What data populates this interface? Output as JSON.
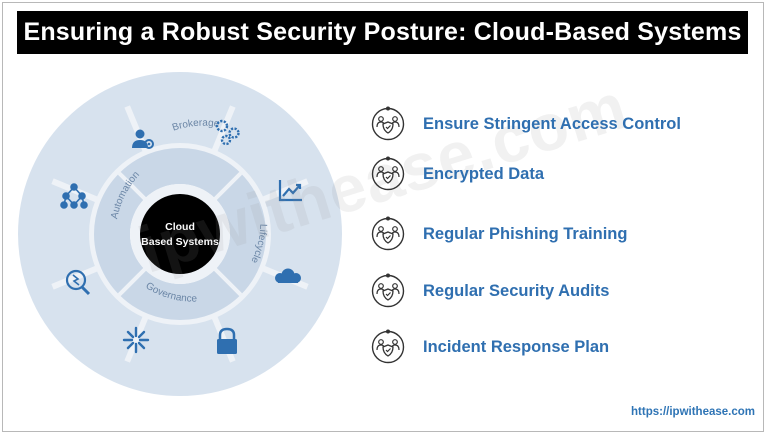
{
  "title": "Ensuring a Robust Security Posture: Cloud-Based Systems",
  "diagram": {
    "center_label_line1": "Cloud",
    "center_label_line2": "Based Systems",
    "inner_labels": {
      "top": "Brokerage",
      "left": "Automation",
      "bottom": "Governance",
      "right": "Lifecycle"
    },
    "outer_icons": [
      "user-settings-icon",
      "gears-icon",
      "growth-chart-icon",
      "cloud-icon",
      "lock-icon",
      "sparkle-icon",
      "network-search-icon",
      "network-diagram-icon"
    ]
  },
  "practices": [
    {
      "label": "Ensure Stringent Access Control",
      "icon": "security-team-icon"
    },
    {
      "label": "Encrypted Data",
      "icon": "security-team-icon"
    },
    {
      "label": "Regular Phishing Training",
      "icon": "security-team-icon"
    },
    {
      "label": "Regular Security Audits",
      "icon": "security-team-icon"
    },
    {
      "label": "Incident Response Plan",
      "icon": "security-team-icon"
    }
  ],
  "watermark": "ipwithease.com",
  "footer_url": "https://ipwithease.com",
  "colors": {
    "title_bg": "#000000",
    "title_text": "#ffffff",
    "ring_outer": "#d7e2ee",
    "ring_inner": "#c9d7e7",
    "ring_gap": "#eef2f7",
    "icon_blue": "#2f6fb0",
    "center": "#000000",
    "list_text": "#2f6fb0"
  }
}
